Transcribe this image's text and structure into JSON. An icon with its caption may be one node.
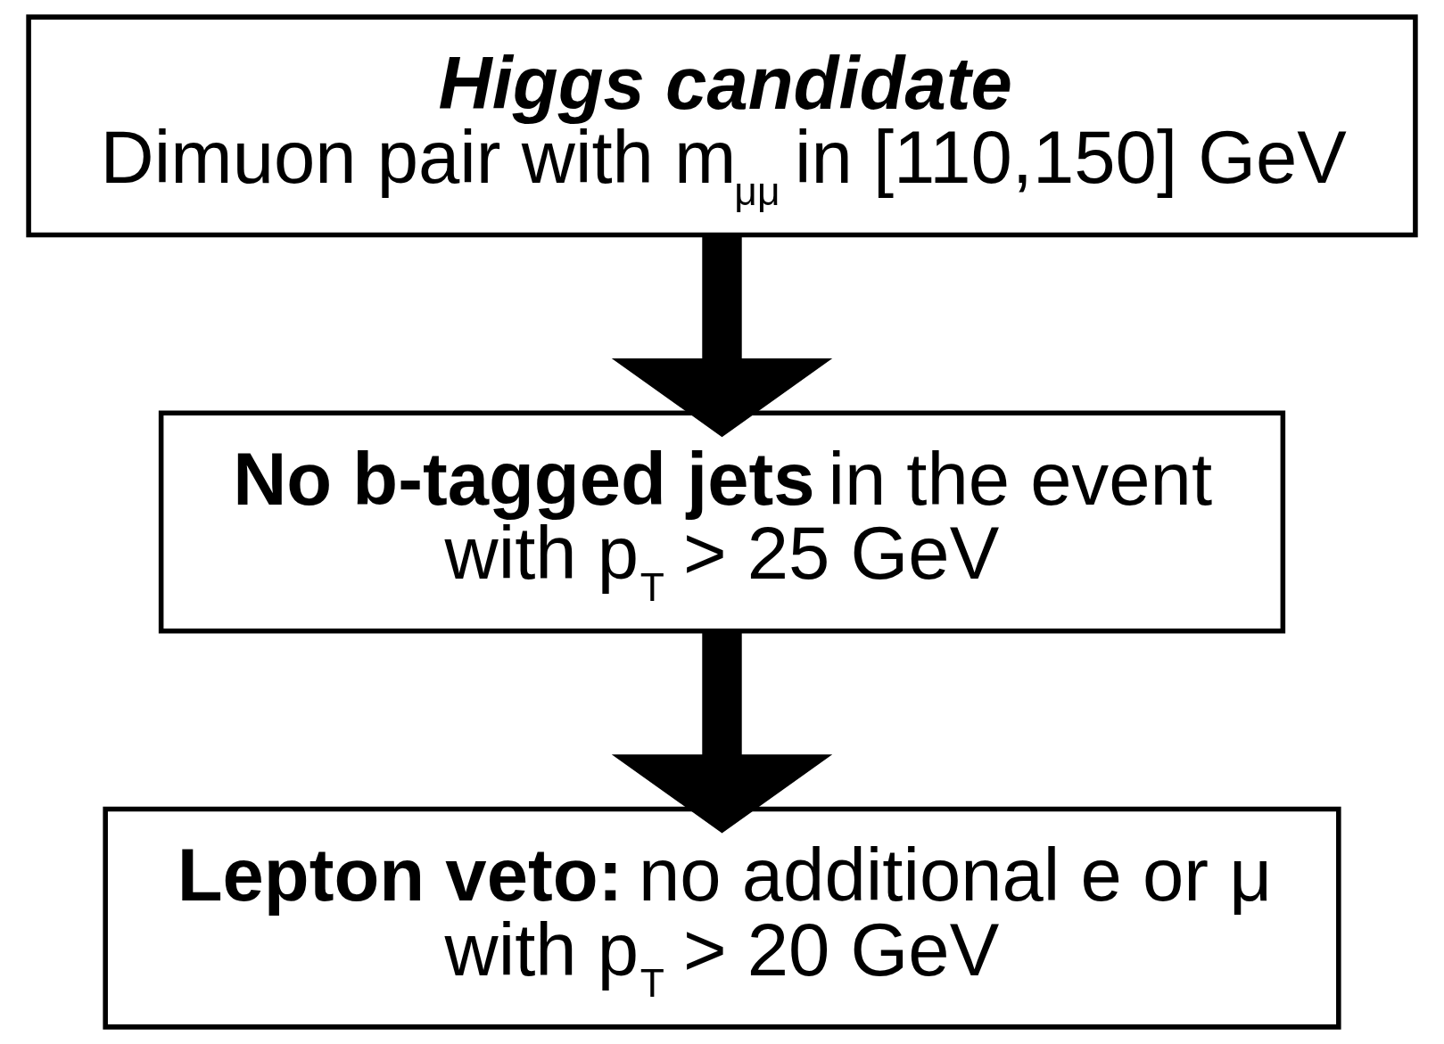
{
  "diagram": {
    "nodes": [
      {
        "text": [
          "Higgs candidate",
          "Dimuon pair with m$_{μμ}$ in [110,150] GeV"
        ]
      },
      {
        "text": [
          "**No b-tagged jets** in the event with p$_{T}$ > 25 GeV"
        ]
      },
      {
        "text": [
          "**Lepton veto:** no additional e or μ with p$_{T}$ > 20 GeV"
        ]
      }
    ],
    "edges": [
      {
        "from": 0,
        "to": 1,
        "arrow": "to"
      },
      {
        "from": 1,
        "to": 2,
        "arrow": "to"
      }
    ]
  }
}
